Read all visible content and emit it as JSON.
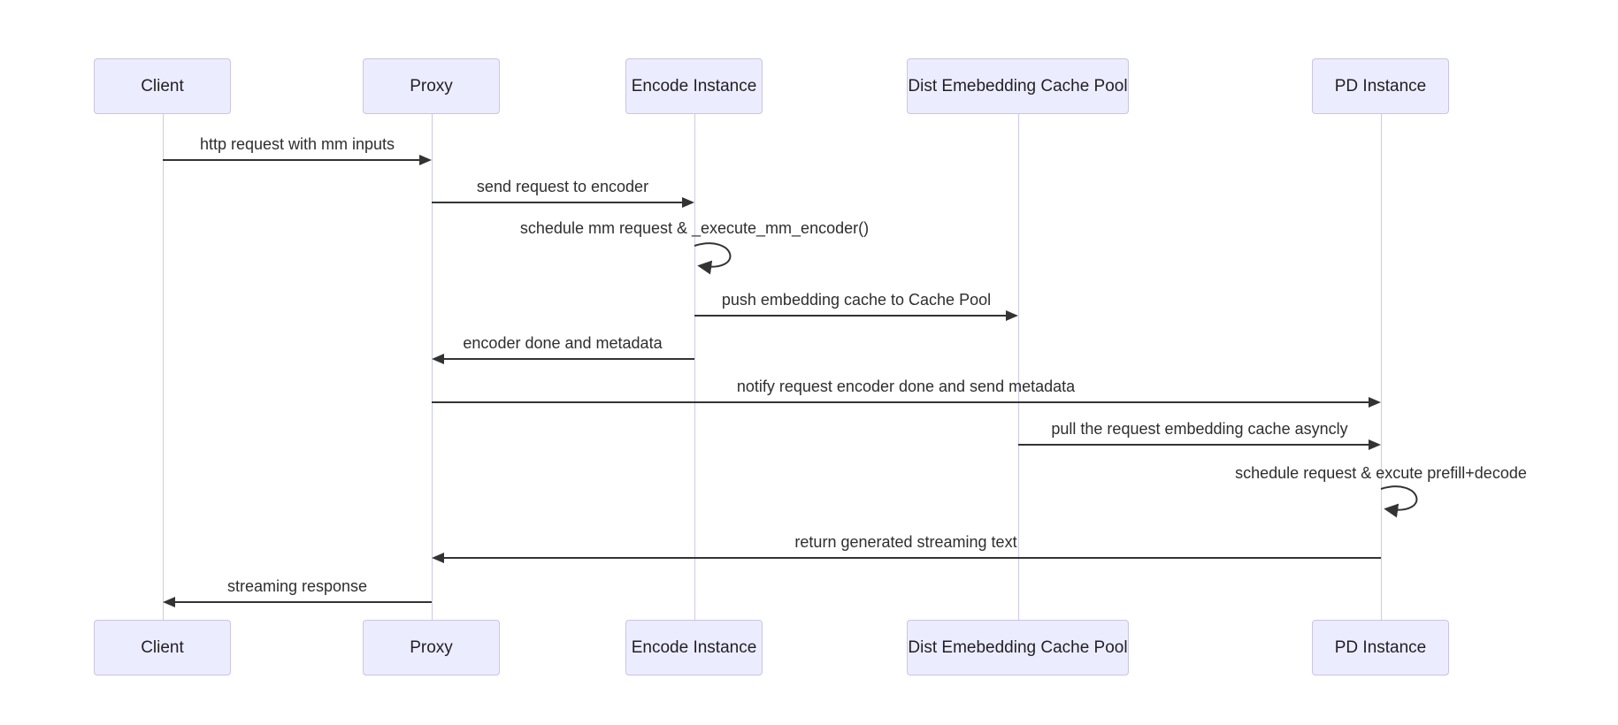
{
  "diagram": {
    "type": "sequence-diagram",
    "actors": [
      {
        "name": "Client"
      },
      {
        "name": "Proxy"
      },
      {
        "name": "Encode Instance"
      },
      {
        "name": "Dist Emebedding Cache Pool"
      },
      {
        "name": "PD Instance"
      }
    ],
    "messages": [
      {
        "label": "http request with mm inputs",
        "from": "Client",
        "to": "Proxy",
        "style": "solid-arrow"
      },
      {
        "label": "send request to encoder",
        "from": "Proxy",
        "to": "Encode Instance",
        "style": "solid-arrow"
      },
      {
        "label": "schedule mm request & _execute_mm_encoder()",
        "from": "Encode Instance",
        "to": "Encode Instance",
        "style": "self-loop"
      },
      {
        "label": "push embedding cache to Cache Pool",
        "from": "Encode Instance",
        "to": "Dist Emebedding Cache Pool",
        "style": "solid-arrow"
      },
      {
        "label": "encoder done and metadata",
        "from": "Encode Instance",
        "to": "Proxy",
        "style": "solid-arrow"
      },
      {
        "label": "notify request encoder done and send metadata",
        "from": "Proxy",
        "to": "PD Instance",
        "style": "solid-arrow"
      },
      {
        "label": "pull the request embedding cache asyncly",
        "from": "Dist Emebedding Cache Pool",
        "to": "PD Instance",
        "style": "solid-arrow"
      },
      {
        "label": "schedule request & excute prefill+decode",
        "from": "PD Instance",
        "to": "PD Instance",
        "style": "self-loop"
      },
      {
        "label": "return generated streaming text",
        "from": "PD Instance",
        "to": "Proxy",
        "style": "solid-arrow"
      },
      {
        "label": "streaming response",
        "from": "Proxy",
        "to": "Client",
        "style": "solid-arrow"
      }
    ],
    "colors": {
      "actor_fill": "#ECECFF",
      "actor_border": "#C9C5E2",
      "lifeline": "#CBCBE6",
      "arrow": "#333333",
      "text": "#2e2e2e"
    }
  }
}
